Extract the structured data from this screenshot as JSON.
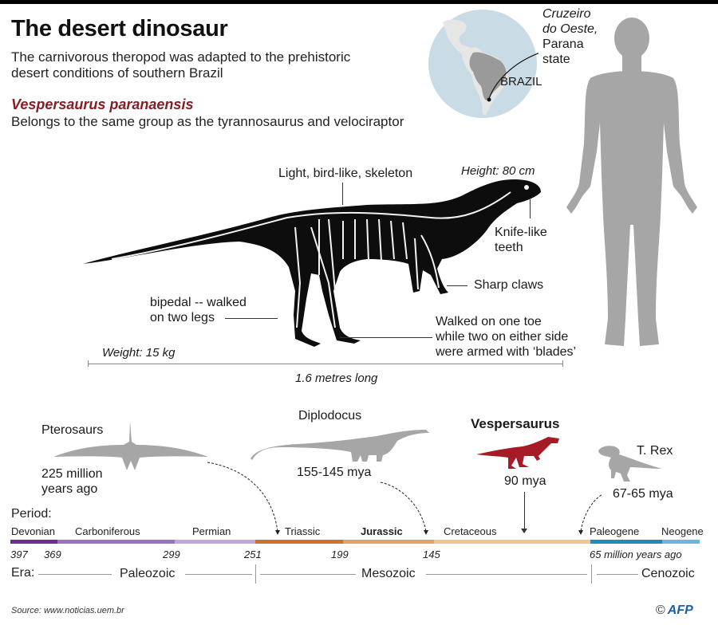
{
  "header": {
    "title": "The desert dinosaur",
    "subtitle_line1": "The carnivorous theropod was adapted to the prehistoric",
    "subtitle_line2": "desert conditions of southern Brazil",
    "species": "Vespersaurus paranaensis",
    "group": "Belongs to the same group as the tyrannosaurus and velociraptor"
  },
  "map": {
    "country_label": "BRAZIL",
    "location_line1": "Cruzeiro",
    "location_line2": "do Oeste,",
    "location_line3": "Parana",
    "location_line4": "state",
    "colors": {
      "ocean": "#c9dbe4",
      "land": "#e6e6e6",
      "brazil": "#9a9a9a"
    }
  },
  "skeleton": {
    "callouts": {
      "skeleton": "Light, bird-like, skeleton",
      "height": "Height: 80 cm",
      "teeth_line1": "Knife-like",
      "teeth_line2": "teeth",
      "claws": "Sharp claws",
      "bipedal_line1": "bipedal -- walked",
      "bipedal_line2": "on two legs",
      "toe_line1": "Walked on one toe",
      "toe_line2": "while two on either side",
      "toe_line3": "were armed with ‘blades’",
      "weight": "Weight: 15 kg",
      "length": "1.6 metres long"
    }
  },
  "comparison": {
    "pterosaurs": {
      "name": "Pterosaurs",
      "age_line1": "225 million",
      "age_line2": "years ago"
    },
    "diplodocus": {
      "name": "Diplodocus",
      "age": "155-145 mya"
    },
    "vespersaurus": {
      "name": "Vespersaurus",
      "age": "90 mya",
      "color": "#a51c26"
    },
    "trex": {
      "name": "T. Rex",
      "age": "67-65 mya"
    },
    "silhouette_color": "#a6a6a6"
  },
  "timeline": {
    "period_heading": "Period:",
    "era_heading": "Era:",
    "periods": [
      {
        "name": "Devonian",
        "color": "#6b2f8f"
      },
      {
        "name": "Carboniferous",
        "color": "#9a75b6"
      },
      {
        "name": "Permian",
        "color": "#c0a8d6"
      },
      {
        "name": "Triassic",
        "color": "#d4702a"
      },
      {
        "name": "Jurassic",
        "color": "#e1a35d"
      },
      {
        "name": "Cretaceous",
        "color": "#edc692"
      },
      {
        "name": "Paleogene",
        "color": "#1e8cb4"
      },
      {
        "name": "Neogene",
        "color": "#6bb7d8"
      }
    ],
    "ticks": [
      "397",
      "369",
      "299",
      "251",
      "199",
      "145",
      "65 million years ago"
    ],
    "eras": [
      "Paleozoic",
      "Mesozoic",
      "Cenozoic"
    ]
  },
  "footer": {
    "source": "Source: www.noticias.uem.br",
    "copyright": "©",
    "agency": "AFP"
  }
}
